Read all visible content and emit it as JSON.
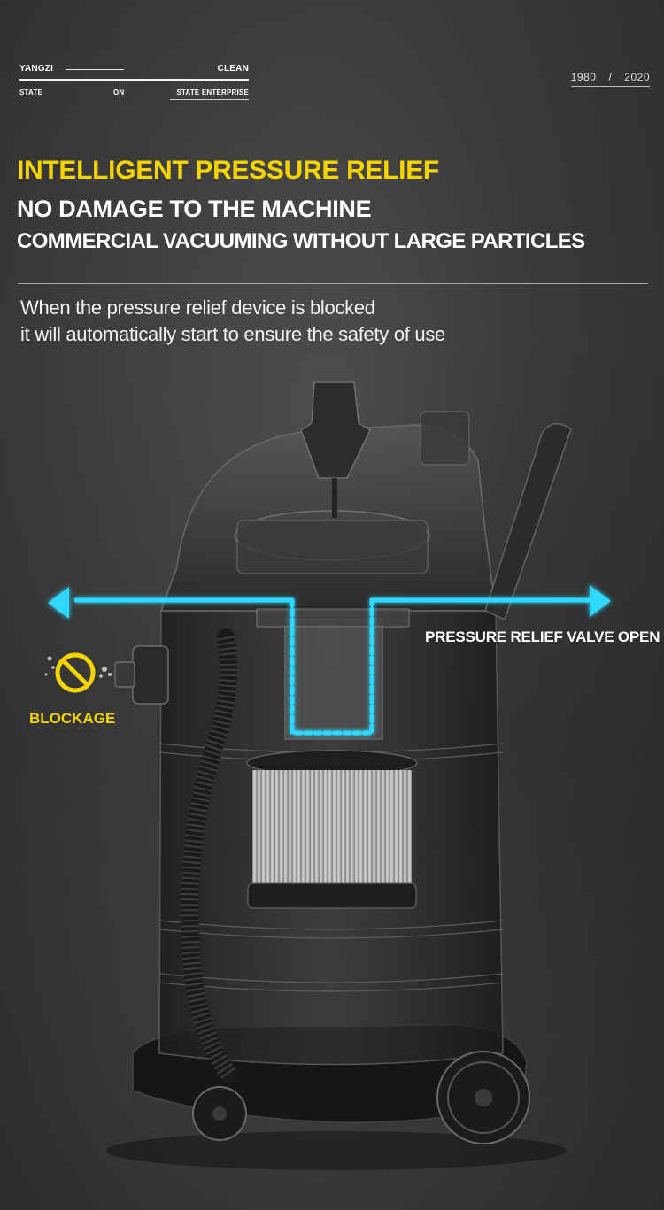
{
  "brand": {
    "left_word": "YANGZI",
    "right_word": "CLEAN",
    "sub1": "STATE",
    "sub2": "ON",
    "sub3": "STATE  ENTERPRISE"
  },
  "years": {
    "start": "1980",
    "separator": "/",
    "end": "2020"
  },
  "headline": {
    "line1": "INTELLIGENT PRESSURE RELIEF",
    "line2": "NO DAMAGE TO THE MACHINE",
    "line3": "COMMERCIAL VACUUMING WITHOUT LARGE PARTICLES"
  },
  "description": {
    "line1": "When the pressure relief device is blocked",
    "line2": "it will automatically start to ensure the safety of use"
  },
  "diagram": {
    "valve_label": "PRESSURE RELIEF VALVE OPEN",
    "blockage_label": "BLOCKAGE"
  },
  "colors": {
    "accent_yellow": "#f5d400",
    "airflow_cyan": "#2fd8ff",
    "background": "#3a3a3a"
  },
  "icons": {
    "blockage": "no-entry-sign-icon"
  }
}
